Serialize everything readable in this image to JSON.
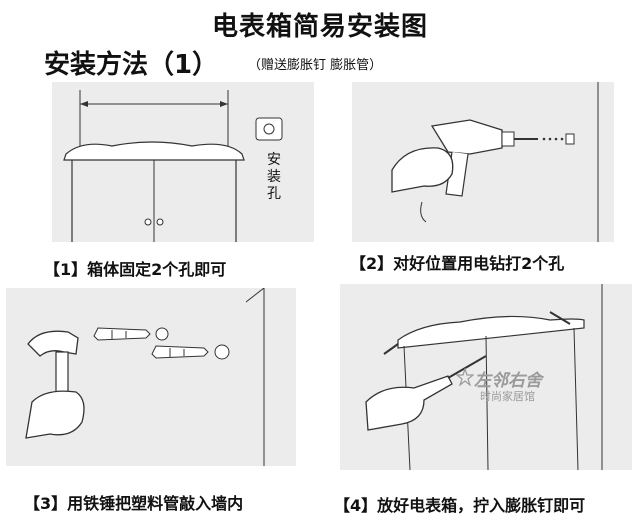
{
  "title": "电表箱简易安装图",
  "method": {
    "heading": "安装方法（1）",
    "note": "（赠送膨胀钉 膨胀管）"
  },
  "hole_label": [
    "安",
    "装",
    "孔"
  ],
  "steps": [
    {
      "caption": "【1】箱体固定2个孔即可"
    },
    {
      "caption": "【2】对好位置用电钻打2个孔"
    },
    {
      "caption": "【3】用铁锤把塑料管敲入墙内"
    },
    {
      "caption": "【4】放好电表箱，拧入膨胀钉即可"
    }
  ],
  "watermark": {
    "main": "左邻右舍",
    "sub": "时尚家居馆",
    "icon": "star-icon"
  }
}
